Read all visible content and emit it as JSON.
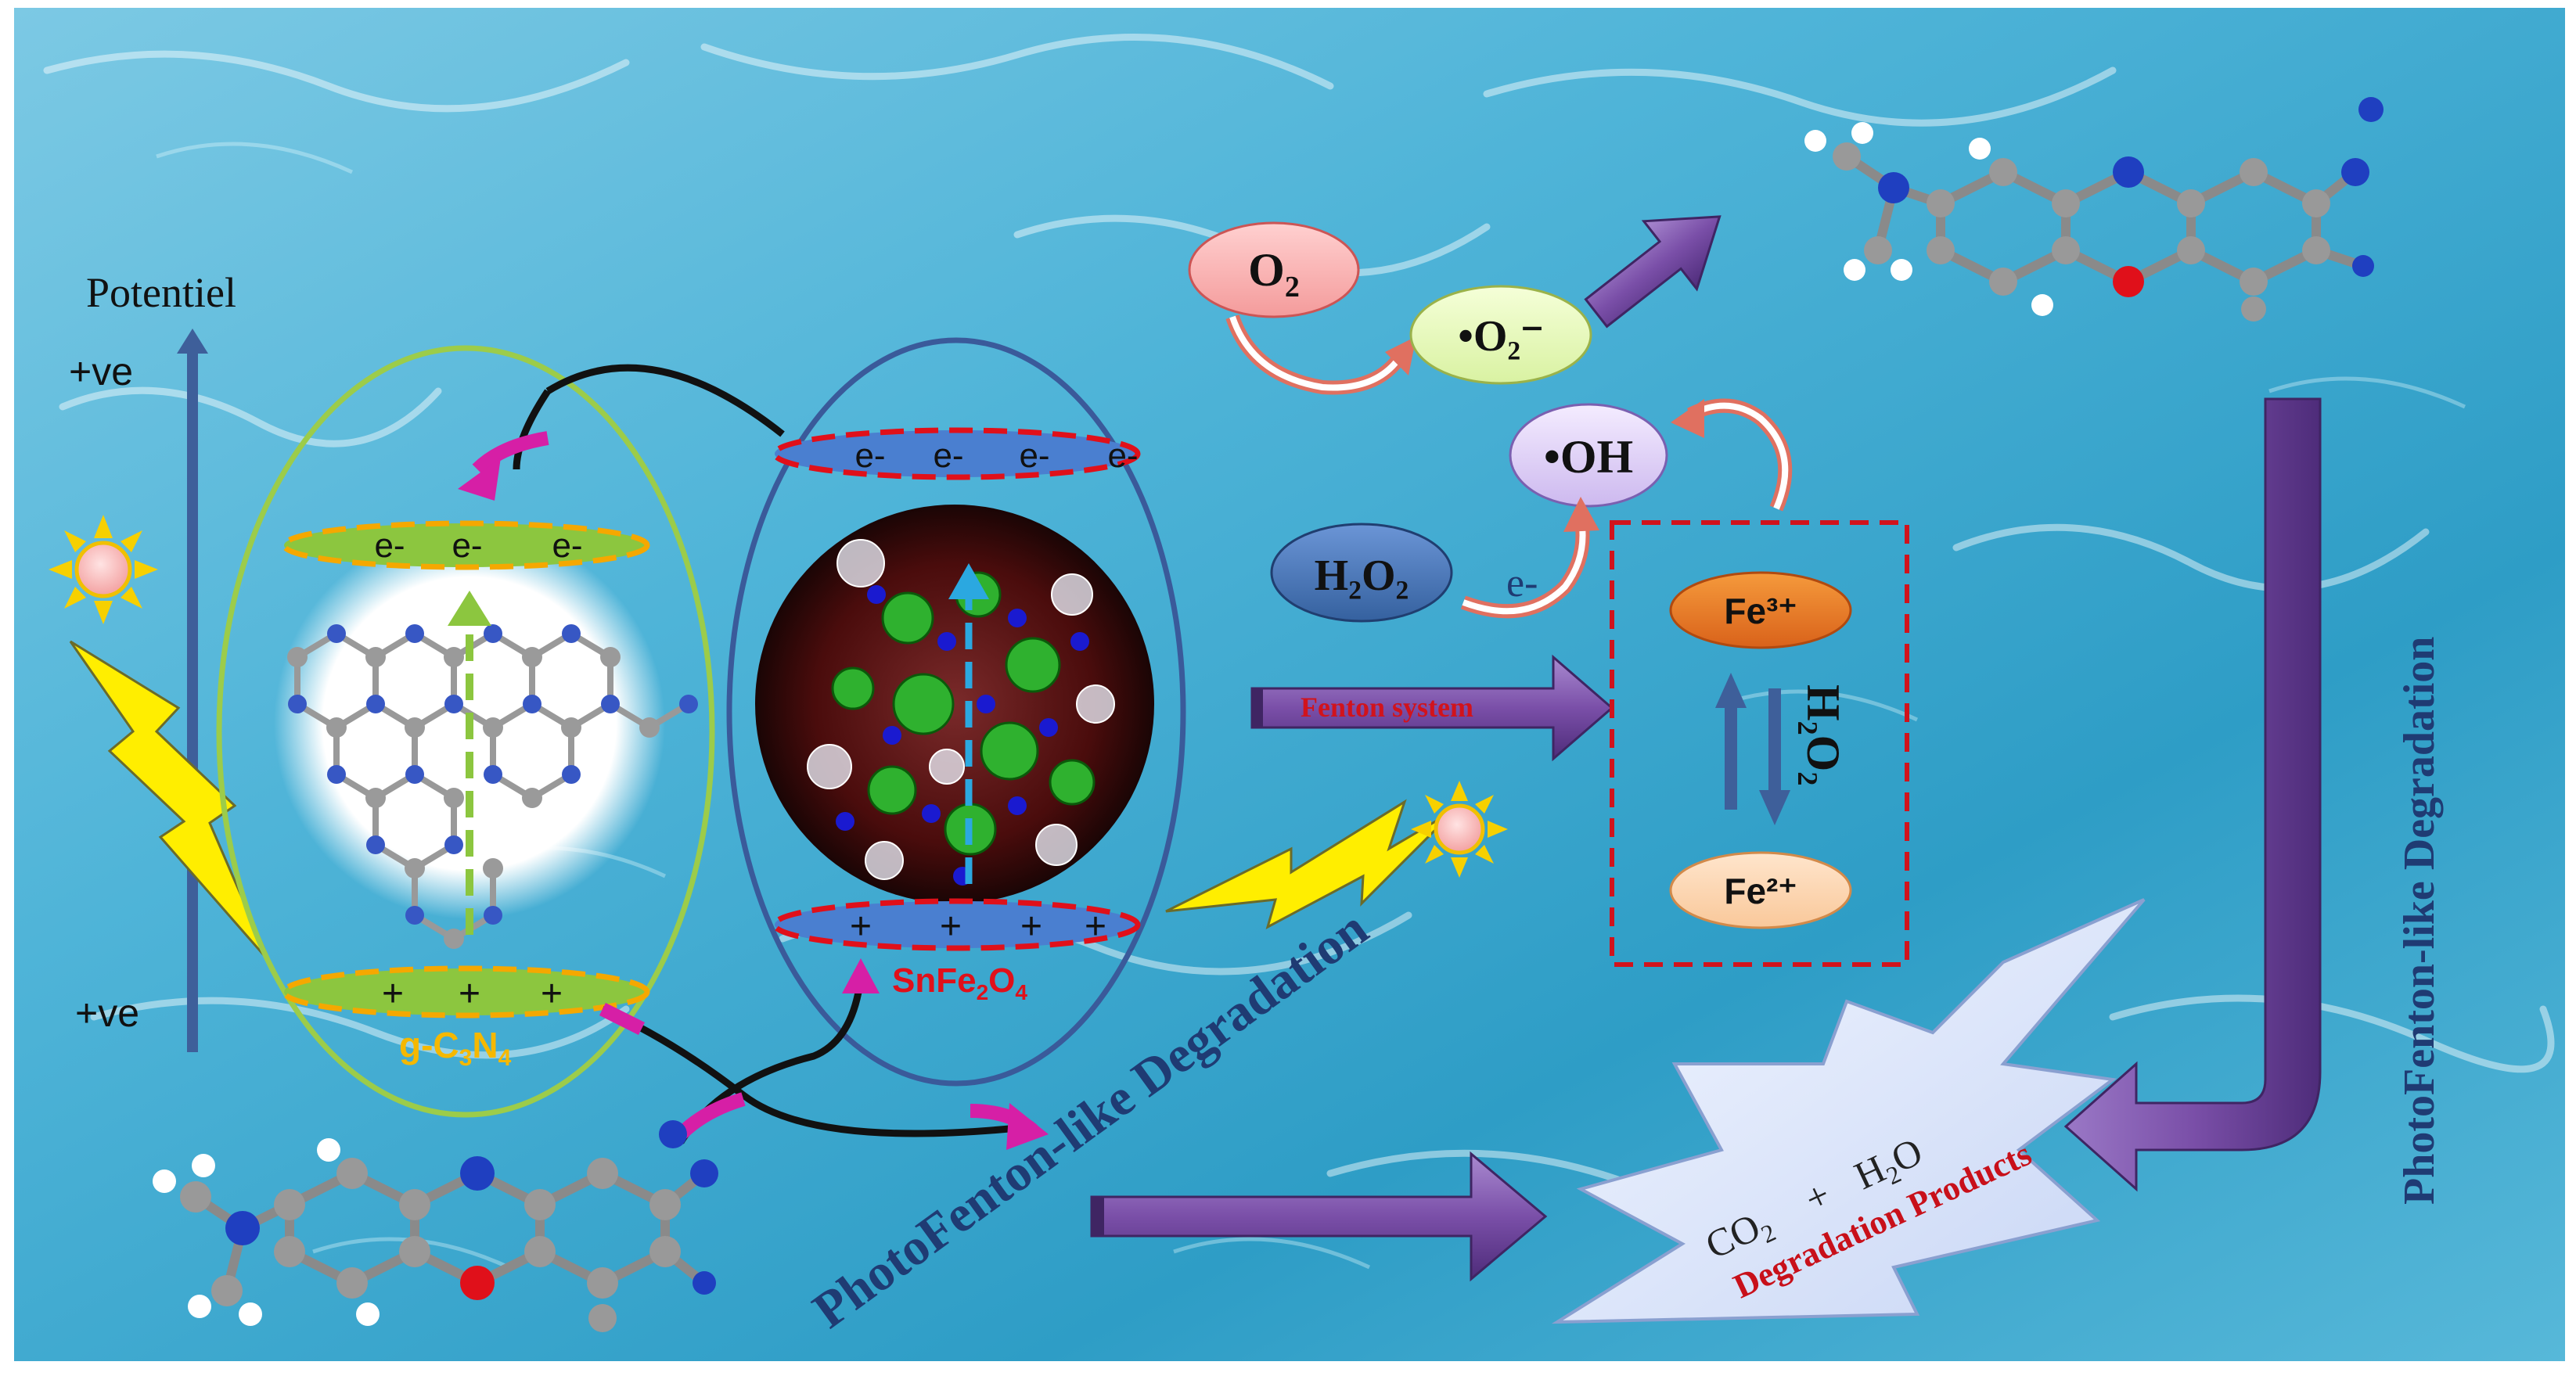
{
  "axis": {
    "title": "Potentiel",
    "top_label": "+ve",
    "bottom_label": "+ve"
  },
  "g_c3n4": {
    "cb_electrons": [
      "e-",
      "e-",
      "e-"
    ],
    "vb_holes": [
      "+",
      "+",
      "+"
    ],
    "label": "g-C",
    "label_sub1": "3",
    "label_mid": "N",
    "label_sub2": "4"
  },
  "snfe2o4": {
    "cb_electrons": [
      "e-",
      "e-",
      "e-",
      "e-"
    ],
    "vb_holes": [
      "+",
      "+",
      "+",
      "+"
    ],
    "label": "SnFe",
    "label_sub1": "2",
    "label_mid": "O",
    "label_sub2": "4"
  },
  "species": {
    "o2": "O",
    "o2_sub": "2",
    "superoxide": "•O₂⁻",
    "hydroxyl": "•OH",
    "h2o2": "H₂O₂",
    "electron": "e-",
    "fe3": "Fe³⁺",
    "fe2": "Fe²⁺",
    "h2o2_vertical": "H₂O₂"
  },
  "labels": {
    "fenton_system": "Fenton system",
    "photofenton_diagonal": "PhotoFenton-like Degradation",
    "photofenton_vertical": "PhotoFenton-like Degradation",
    "co2": "CO",
    "co2_sub": "2",
    "plus": "+",
    "h2o": "H",
    "h2o_sub": "2",
    "h2o_end": "O",
    "degradation_products": "Degradation Products"
  },
  "colors": {
    "water_light": "#8fd3e8",
    "water_dark": "#2f9fc4",
    "gc3n4_band": "#8cc63f",
    "gc3n4_dash": "#f5a800",
    "snfe2o4_band": "#4a7fd0",
    "snfe2o4_dash": "#e0101a",
    "arrow_purple": "#7a4fa8",
    "axis_blue": "#3e5f9a",
    "bolt_yellow": "#ffee00",
    "fenton_red": "#d1131c",
    "text_navy": "#1f3b73"
  }
}
